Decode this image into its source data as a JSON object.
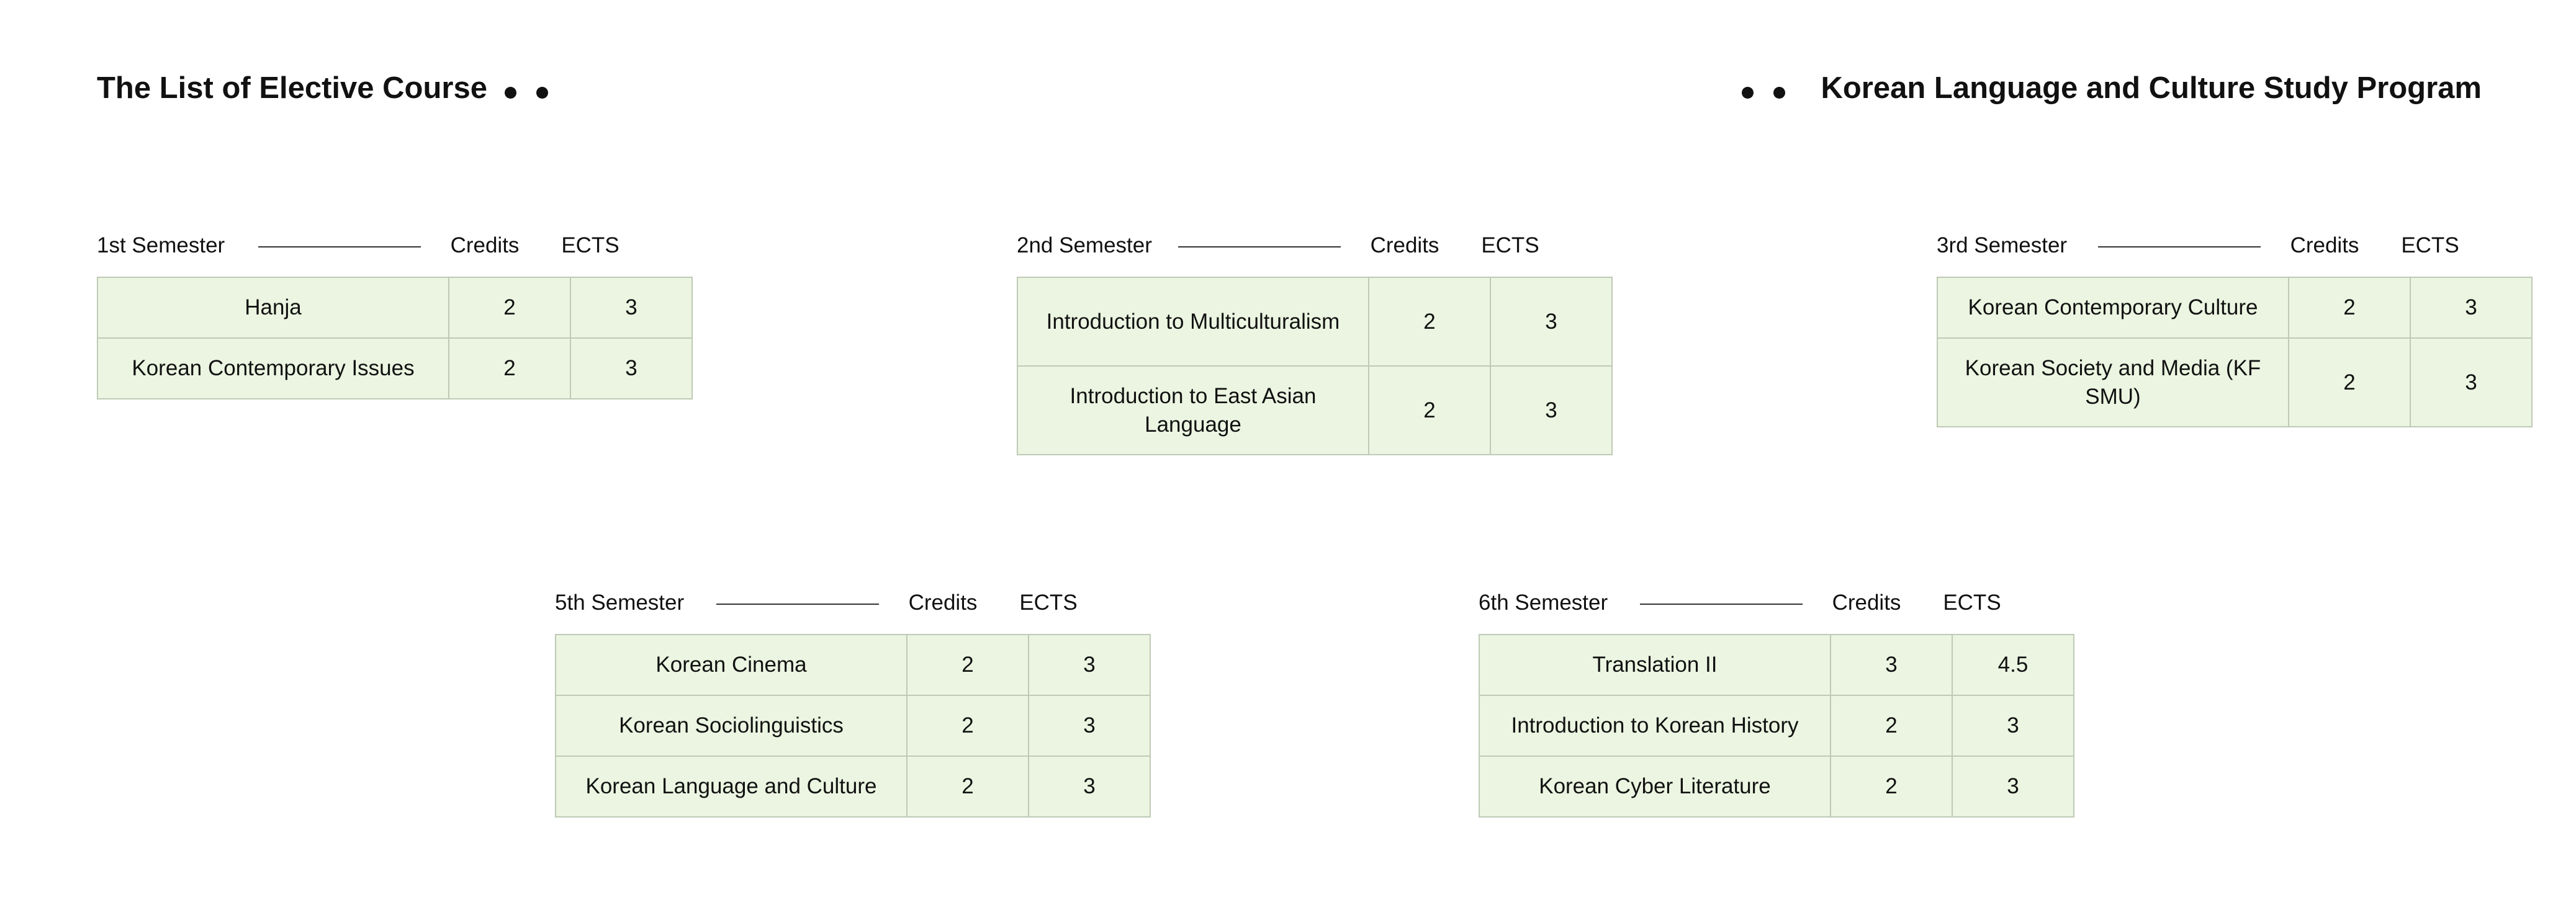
{
  "header": {
    "left_title": "The List of Elective Course",
    "right_title": "Korean Language and Culture Study Program"
  },
  "columns": {
    "credits": "Credits",
    "ects": "ECTS"
  },
  "semesters": [
    {
      "label": "1st Semester",
      "courses": [
        {
          "name": "Hanja",
          "credits": "2",
          "ects": "3"
        },
        {
          "name": "Korean Contemporary Issues",
          "credits": "2",
          "ects": "3"
        }
      ]
    },
    {
      "label": "2nd Semester",
      "courses": [
        {
          "name": "Introduction to Multiculturalism",
          "credits": "2",
          "ects": "3"
        },
        {
          "name": "Introduction to East Asian Language",
          "credits": "2",
          "ects": "3"
        }
      ]
    },
    {
      "label": "3rd Semester",
      "courses": [
        {
          "name": "Korean Contemporary Culture",
          "credits": "2",
          "ects": "3"
        },
        {
          "name": "Korean Society and Media (KF SMU)",
          "credits": "2",
          "ects": "3"
        }
      ]
    },
    {
      "label": "5th Semester",
      "courses": [
        {
          "name": "Korean Cinema",
          "credits": "2",
          "ects": "3"
        },
        {
          "name": "Korean Sociolinguistics",
          "credits": "2",
          "ects": "3"
        },
        {
          "name": "Korean Language and Culture",
          "credits": "2",
          "ects": "3"
        }
      ]
    },
    {
      "label": "6th Semester",
      "courses": [
        {
          "name": "Translation II",
          "credits": "3",
          "ects": "4.5"
        },
        {
          "name": "Introduction to Korean History",
          "credits": "2",
          "ects": "3"
        },
        {
          "name": "Korean Cyber Literature",
          "credits": "2",
          "ects": "3"
        }
      ]
    }
  ]
}
